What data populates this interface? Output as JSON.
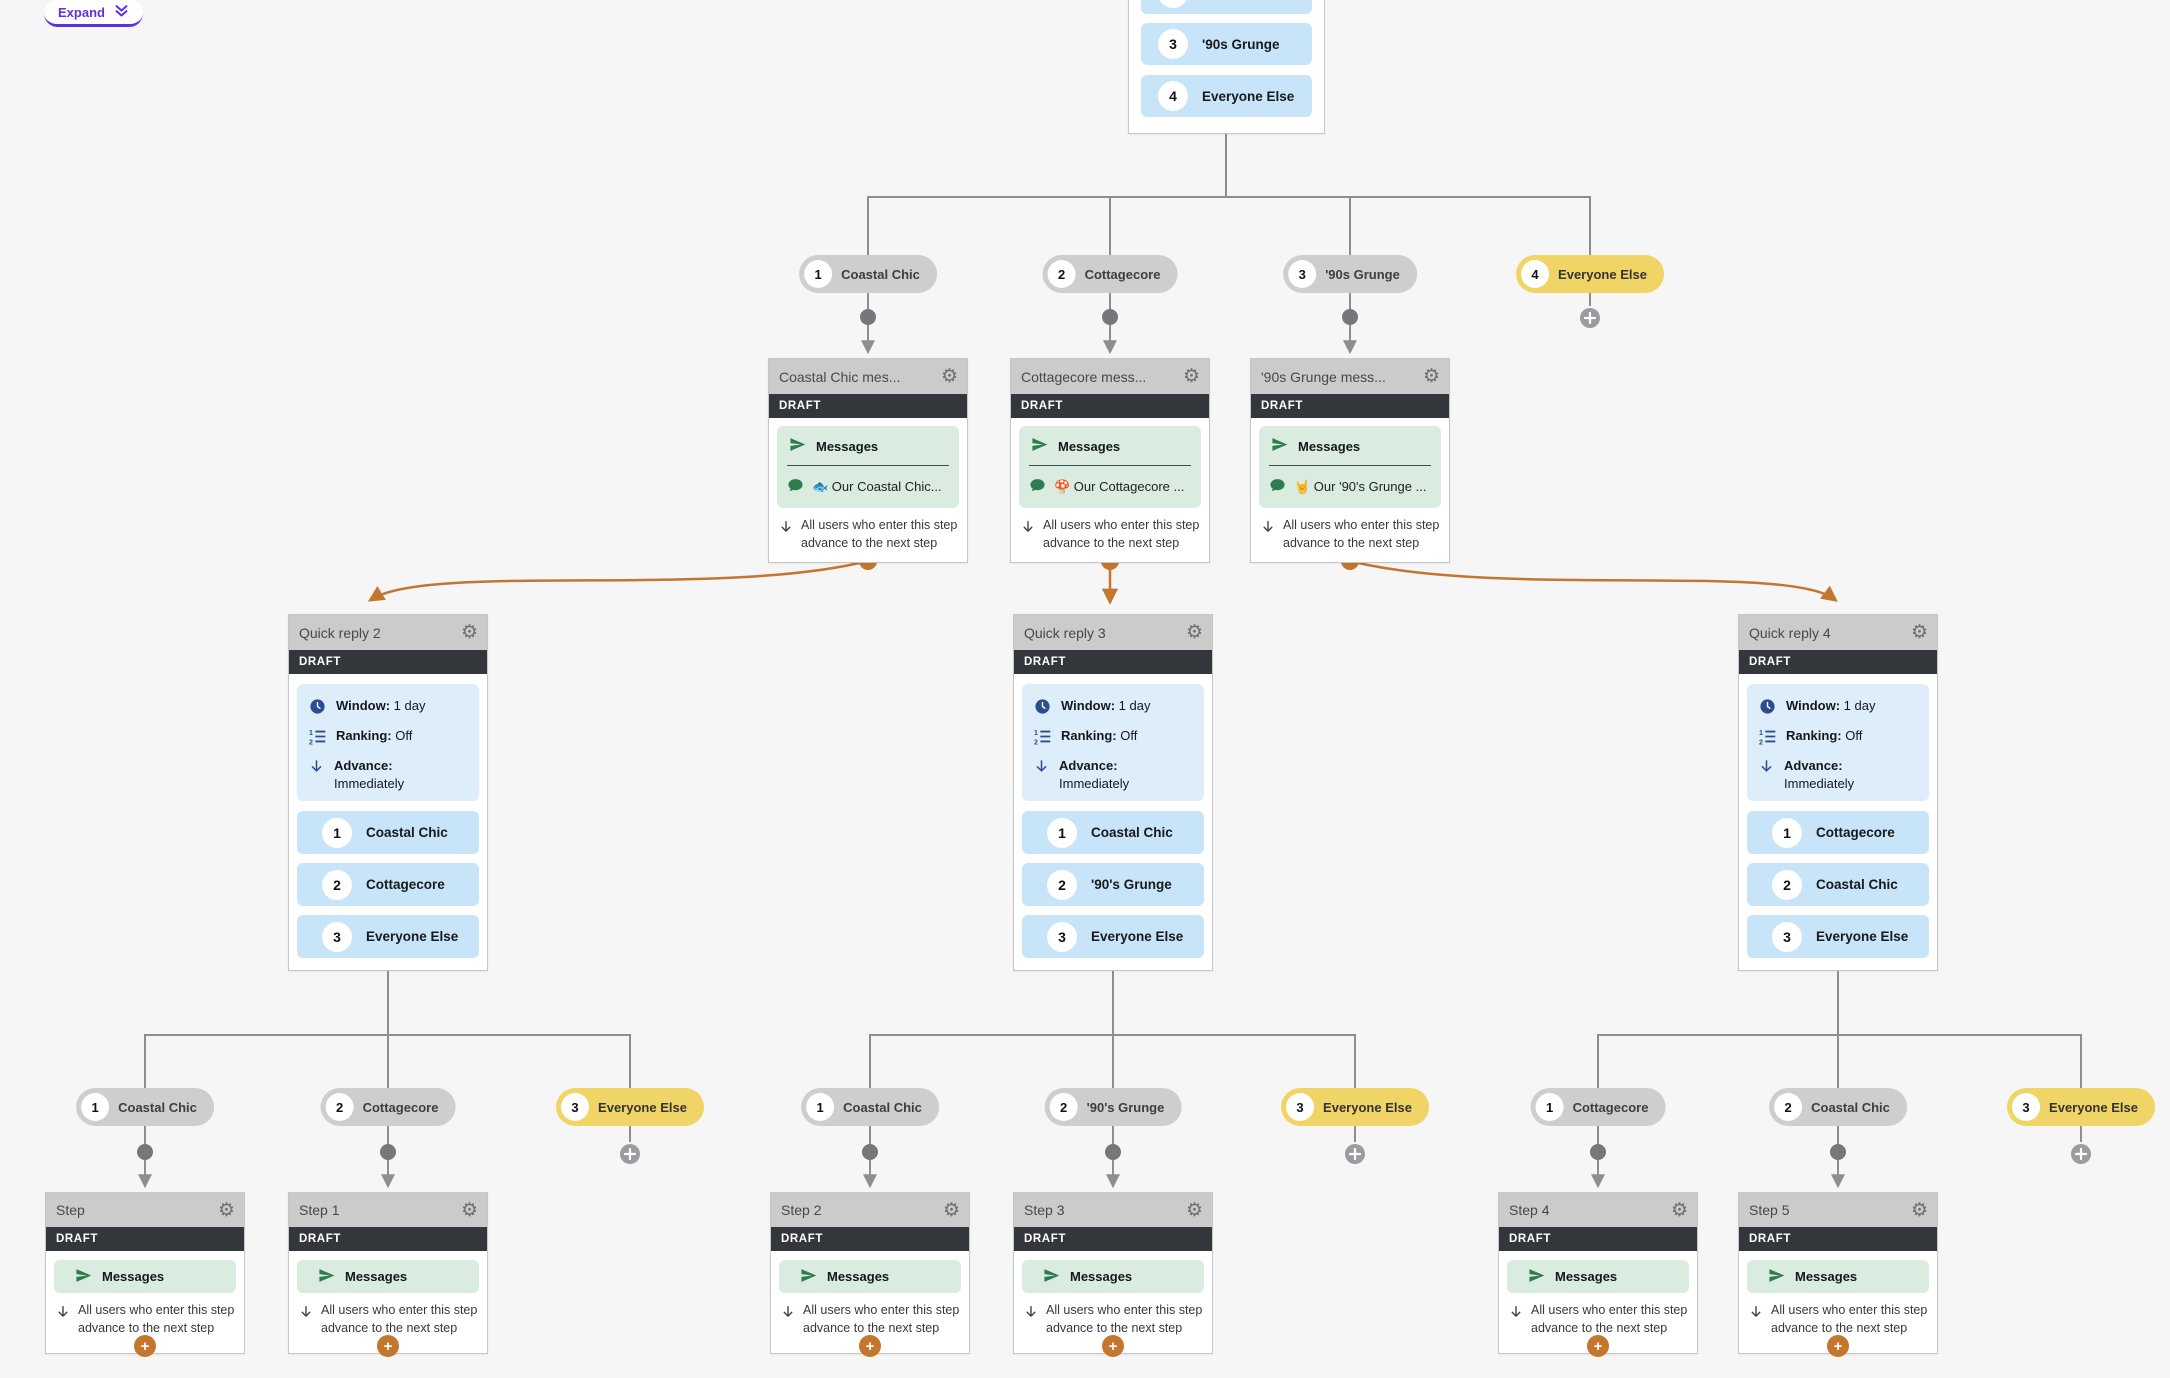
{
  "expand": {
    "label": "Expand"
  },
  "colors": {
    "background": "#f6f6f7",
    "accent_purple": "#5f2ee5",
    "connector_gray": "#8e8e92",
    "connector_orange": "#c4752e",
    "draft_bar": "#33363b",
    "pill_gray": "#cecece",
    "pill_yellow": "#f1d466",
    "option_blue": "#c8e4f8",
    "info_blue": "#ddeefa",
    "messages_green": "#d9ecdf",
    "icon_green": "#2e7d51",
    "icon_navy": "#2b4d8f"
  },
  "top_card": {
    "options": [
      {
        "num": "3",
        "label": "'90s Grunge"
      },
      {
        "num": "4",
        "label": "Everyone Else"
      }
    ]
  },
  "top_branches": [
    {
      "num": "1",
      "label": "Coastal Chic"
    },
    {
      "num": "2",
      "label": "Cottagecore"
    },
    {
      "num": "3",
      "label": "'90s Grunge"
    },
    {
      "num": "4",
      "label": "Everyone Else"
    }
  ],
  "message_cards": [
    {
      "title": "Coastal Chic mes...",
      "badge": "DRAFT",
      "section": "Messages",
      "preview": "🐟 Our Coastal Chic...",
      "footer": "All users who enter this step advance to the next step"
    },
    {
      "title": "Cottagecore mess...",
      "badge": "DRAFT",
      "section": "Messages",
      "preview": "🍄 Our Cottagecore ...",
      "footer": "All users who enter this step advance to the next step"
    },
    {
      "title": "'90s Grunge mess...",
      "badge": "DRAFT",
      "section": "Messages",
      "preview": "🤘 Our '90's Grunge ...",
      "footer": "All users who enter this step advance to the next step"
    }
  ],
  "quick_replies": [
    {
      "title": "Quick reply 2",
      "badge": "DRAFT",
      "window_label": "Window:",
      "window_value": "1 day",
      "ranking_label": "Ranking:",
      "ranking_value": "Off",
      "advance_label": "Advance:",
      "advance_value": "Immediately",
      "options": [
        {
          "num": "1",
          "label": "Coastal Chic"
        },
        {
          "num": "2",
          "label": "Cottagecore"
        },
        {
          "num": "3",
          "label": "Everyone Else"
        }
      ]
    },
    {
      "title": "Quick reply 3",
      "badge": "DRAFT",
      "window_label": "Window:",
      "window_value": "1 day",
      "ranking_label": "Ranking:",
      "ranking_value": "Off",
      "advance_label": "Advance:",
      "advance_value": "Immediately",
      "options": [
        {
          "num": "1",
          "label": "Coastal Chic"
        },
        {
          "num": "2",
          "label": "'90's Grunge"
        },
        {
          "num": "3",
          "label": "Everyone Else"
        }
      ]
    },
    {
      "title": "Quick reply 4",
      "badge": "DRAFT",
      "window_label": "Window:",
      "window_value": "1 day",
      "ranking_label": "Ranking:",
      "ranking_value": "Off",
      "advance_label": "Advance:",
      "advance_value": "Immediately",
      "options": [
        {
          "num": "1",
          "label": "Cottagecore"
        },
        {
          "num": "2",
          "label": "Coastal Chic"
        },
        {
          "num": "3",
          "label": "Everyone Else"
        }
      ]
    }
  ],
  "bottom_branches": [
    [
      {
        "num": "1",
        "label": "Coastal Chic"
      },
      {
        "num": "2",
        "label": "Cottagecore"
      },
      {
        "num": "3",
        "label": "Everyone Else"
      }
    ],
    [
      {
        "num": "1",
        "label": "Coastal Chic"
      },
      {
        "num": "2",
        "label": "'90's Grunge"
      },
      {
        "num": "3",
        "label": "Everyone Else"
      }
    ],
    [
      {
        "num": "1",
        "label": "Cottagecore"
      },
      {
        "num": "2",
        "label": "Coastal Chic"
      },
      {
        "num": "3",
        "label": "Everyone Else"
      }
    ]
  ],
  "steps": [
    {
      "title": "Step",
      "badge": "DRAFT",
      "section": "Messages",
      "footer": "All users who enter this step advance to the next step"
    },
    {
      "title": "Step 1",
      "badge": "DRAFT",
      "section": "Messages",
      "footer": "All users who enter this step advance to the next step"
    },
    {
      "title": "Step 2",
      "badge": "DRAFT",
      "section": "Messages",
      "footer": "All users who enter this step advance to the next step"
    },
    {
      "title": "Step 3",
      "badge": "DRAFT",
      "section": "Messages",
      "footer": "All users who enter this step advance to the next step"
    },
    {
      "title": "Step 4",
      "badge": "DRAFT",
      "section": "Messages",
      "footer": "All users who enter this step advance to the next step"
    }
  ],
  "steps_extra": {
    "title": "Step 5",
    "badge": "DRAFT",
    "section": "Messages",
    "footer": "All users who enter this step advance to the next step"
  },
  "plus_glyph": "+"
}
